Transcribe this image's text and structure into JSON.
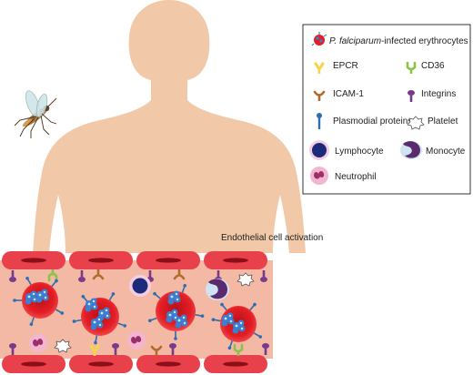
{
  "caption": "Endothelial cell activation",
  "legend": {
    "infected_prefix": "P. falciparum",
    "infected_suffix": "-infected erythrocytes",
    "epcr": "EPCR",
    "cd36": "CD36",
    "icam1": "ICAM-1",
    "integrins": "Integrins",
    "plasmodial": "Plasmodial proteins",
    "platelet": "Platelet",
    "lymphocyte": "Lymphocyte",
    "monocyte": "Monocyte",
    "neutrophil": "Neutrophil"
  },
  "colors": {
    "skin": "#f2c9a8",
    "vessel_wall": "#e8414b",
    "vessel_lumen": "#f4b9a4",
    "erythrocyte": "#e31e24",
    "parasite": "#3a7fd1",
    "epcr": "#f5d547",
    "cd36": "#8bc34a",
    "icam1": "#b36a2d",
    "integrin": "#7a3a8c",
    "plasmodial": "#2d6db3",
    "lymphocyte": "#1b2a7a",
    "monocyte": "#5b2a6e",
    "neutrophil": "#f3b6cf"
  },
  "icons": [
    "mosquito-icon",
    "person-silhouette-icon",
    "blood-vessel-icon"
  ]
}
